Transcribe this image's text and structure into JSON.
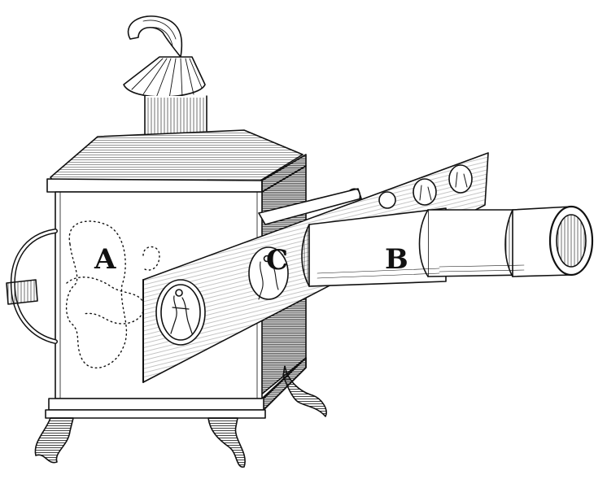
{
  "labels": {
    "lamp_house": "A",
    "lens_tube": "B",
    "slide": "C"
  },
  "colors": {
    "ink": "#111111",
    "paper": "#ffffff"
  }
}
